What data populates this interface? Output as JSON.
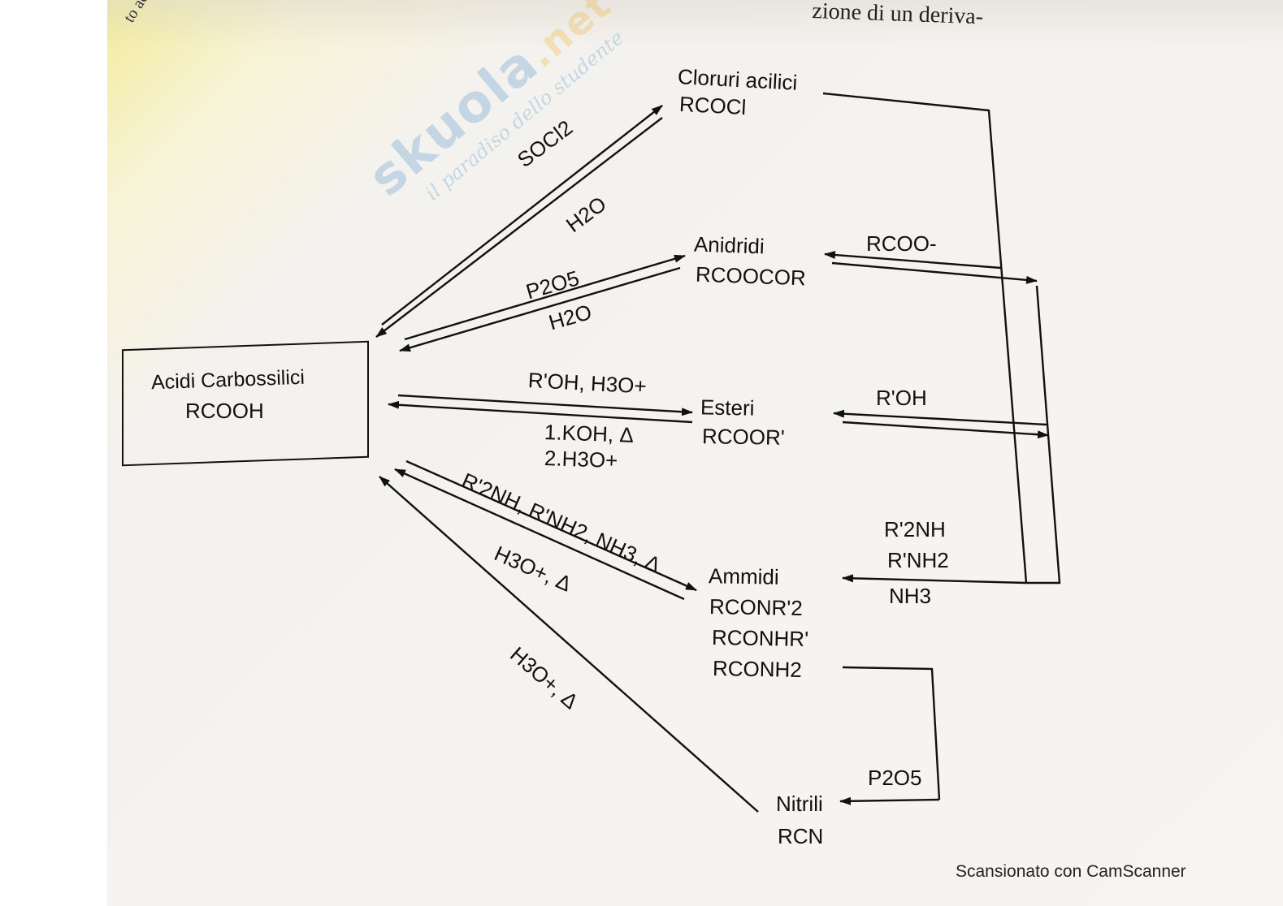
{
  "header_fragment": "zione di un deriva-",
  "margin_fragment": "to acid",
  "watermark": {
    "brand": "skuola",
    "tld": ".net",
    "tagline": "il paradiso dello studente"
  },
  "nodes": {
    "acidi": {
      "title": "Acidi Carbossilici",
      "formula": "RCOOH"
    },
    "cloruri": {
      "title": "Cloruri acilici",
      "formula": "RCOCl"
    },
    "anidridi": {
      "title": "Anidridi",
      "formula": "RCOOCOR"
    },
    "esteri": {
      "title": "Esteri",
      "formula": "RCOOR'"
    },
    "ammidi": {
      "title": "Ammidi",
      "formula_1": "RCONR'2",
      "formula_2": "RCONHR'",
      "formula_3": "RCONH2"
    },
    "nitrili": {
      "title": "Nitrili",
      "formula": "RCN"
    }
  },
  "reagents": {
    "socl2": "SOCl2",
    "h2o_cloruri": "H2O",
    "p2o5_anidridi": "P2O5",
    "h2o_anidridi": "H2O",
    "roh_h3o": "R'OH, H3O+",
    "koh": "1.KOH, Δ",
    "h3o_esteri": "2.H3O+",
    "amines_heat": "R'2NH, R'NH2, NH3, Δ",
    "h3o_heat_ammidi": "H3O+, Δ",
    "h3o_heat_nitrili": "H3O+, Δ",
    "rcoo": "RCOO-",
    "roh_right": "R'OH",
    "r2nh_right": "R'2NH",
    "rnh2_right": "R'NH2",
    "nh3_right": "NH3",
    "p2o5_nitrili": "P2O5"
  },
  "footer": "Scansionato con CamScanner"
}
